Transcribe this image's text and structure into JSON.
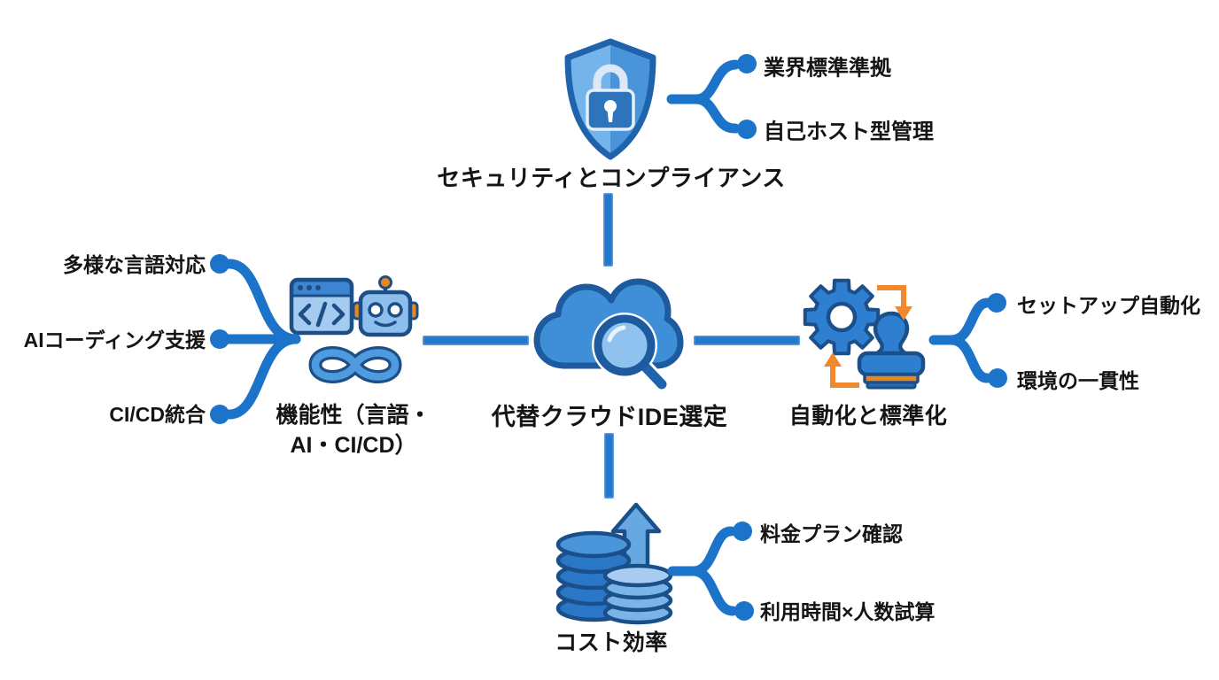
{
  "center": {
    "label": "代替クラウドIDE選定",
    "icon": "cloud-search-icon"
  },
  "top": {
    "label": "セキュリティとコンプライアンス",
    "icon": "shield-lock-icon",
    "items": [
      "業界標準準拠",
      "自己ホスト型管理"
    ]
  },
  "left": {
    "label_lines": [
      "機能性（言語・",
      "AI・CI/CD）"
    ],
    "icon": "code-robot-cicd-icon",
    "items": [
      "多様な言語対応",
      "AIコーディング支援",
      "CI/CD統合"
    ]
  },
  "right": {
    "label": "自動化と標準化",
    "icon": "gear-stamp-icon",
    "items": [
      "セットアップ自動化",
      "環境の一貫性"
    ]
  },
  "bottom": {
    "label": "コスト効率",
    "icon": "coins-growth-icon",
    "items": [
      "料金プラン確認",
      "利用時間×人数試算"
    ]
  },
  "colors": {
    "connector_blue": "#2379cb",
    "branch_blue": "#1b74ca",
    "icon_blue": "#2e7fd0",
    "icon_light_blue": "#8cbfec",
    "icon_outline_navy": "#1b4f8a",
    "accent_orange": "#f0882e",
    "text": "#141414",
    "background": "#ffffff"
  }
}
